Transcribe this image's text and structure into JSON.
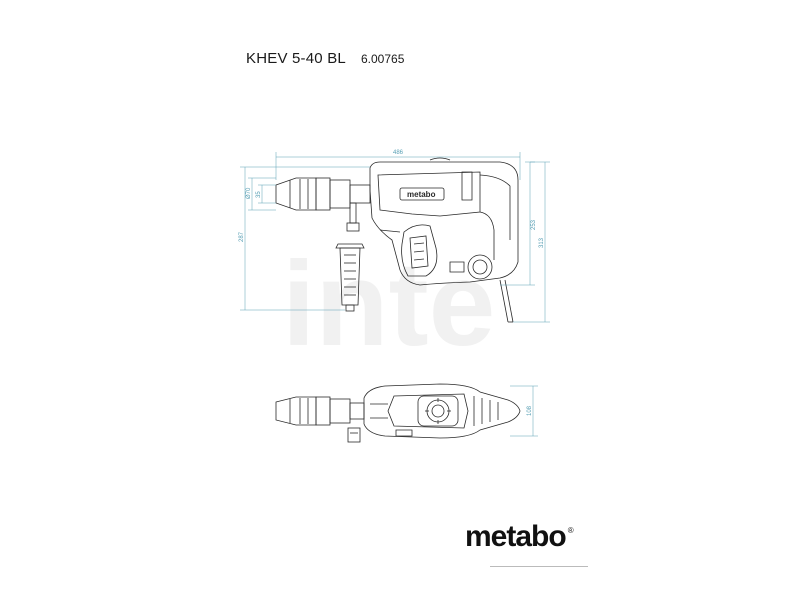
{
  "header": {
    "model": "KHEV 5-40 BL",
    "code": "6.00765"
  },
  "dimensions": {
    "length": "486",
    "height_total": "287",
    "height_body": "253",
    "height_overall": "313",
    "chuck_diameter": "Ø70",
    "chuck_inner": "35",
    "width_top": "108"
  },
  "labels": {
    "brand_on_tool": "metabo",
    "watermark": "inte"
  },
  "footer": {
    "brand": "metabo",
    "mark": "®"
  },
  "colors": {
    "line": "#2a2a2a",
    "dimension": "#5aa0b5",
    "watermark": "#f0f0f0"
  }
}
